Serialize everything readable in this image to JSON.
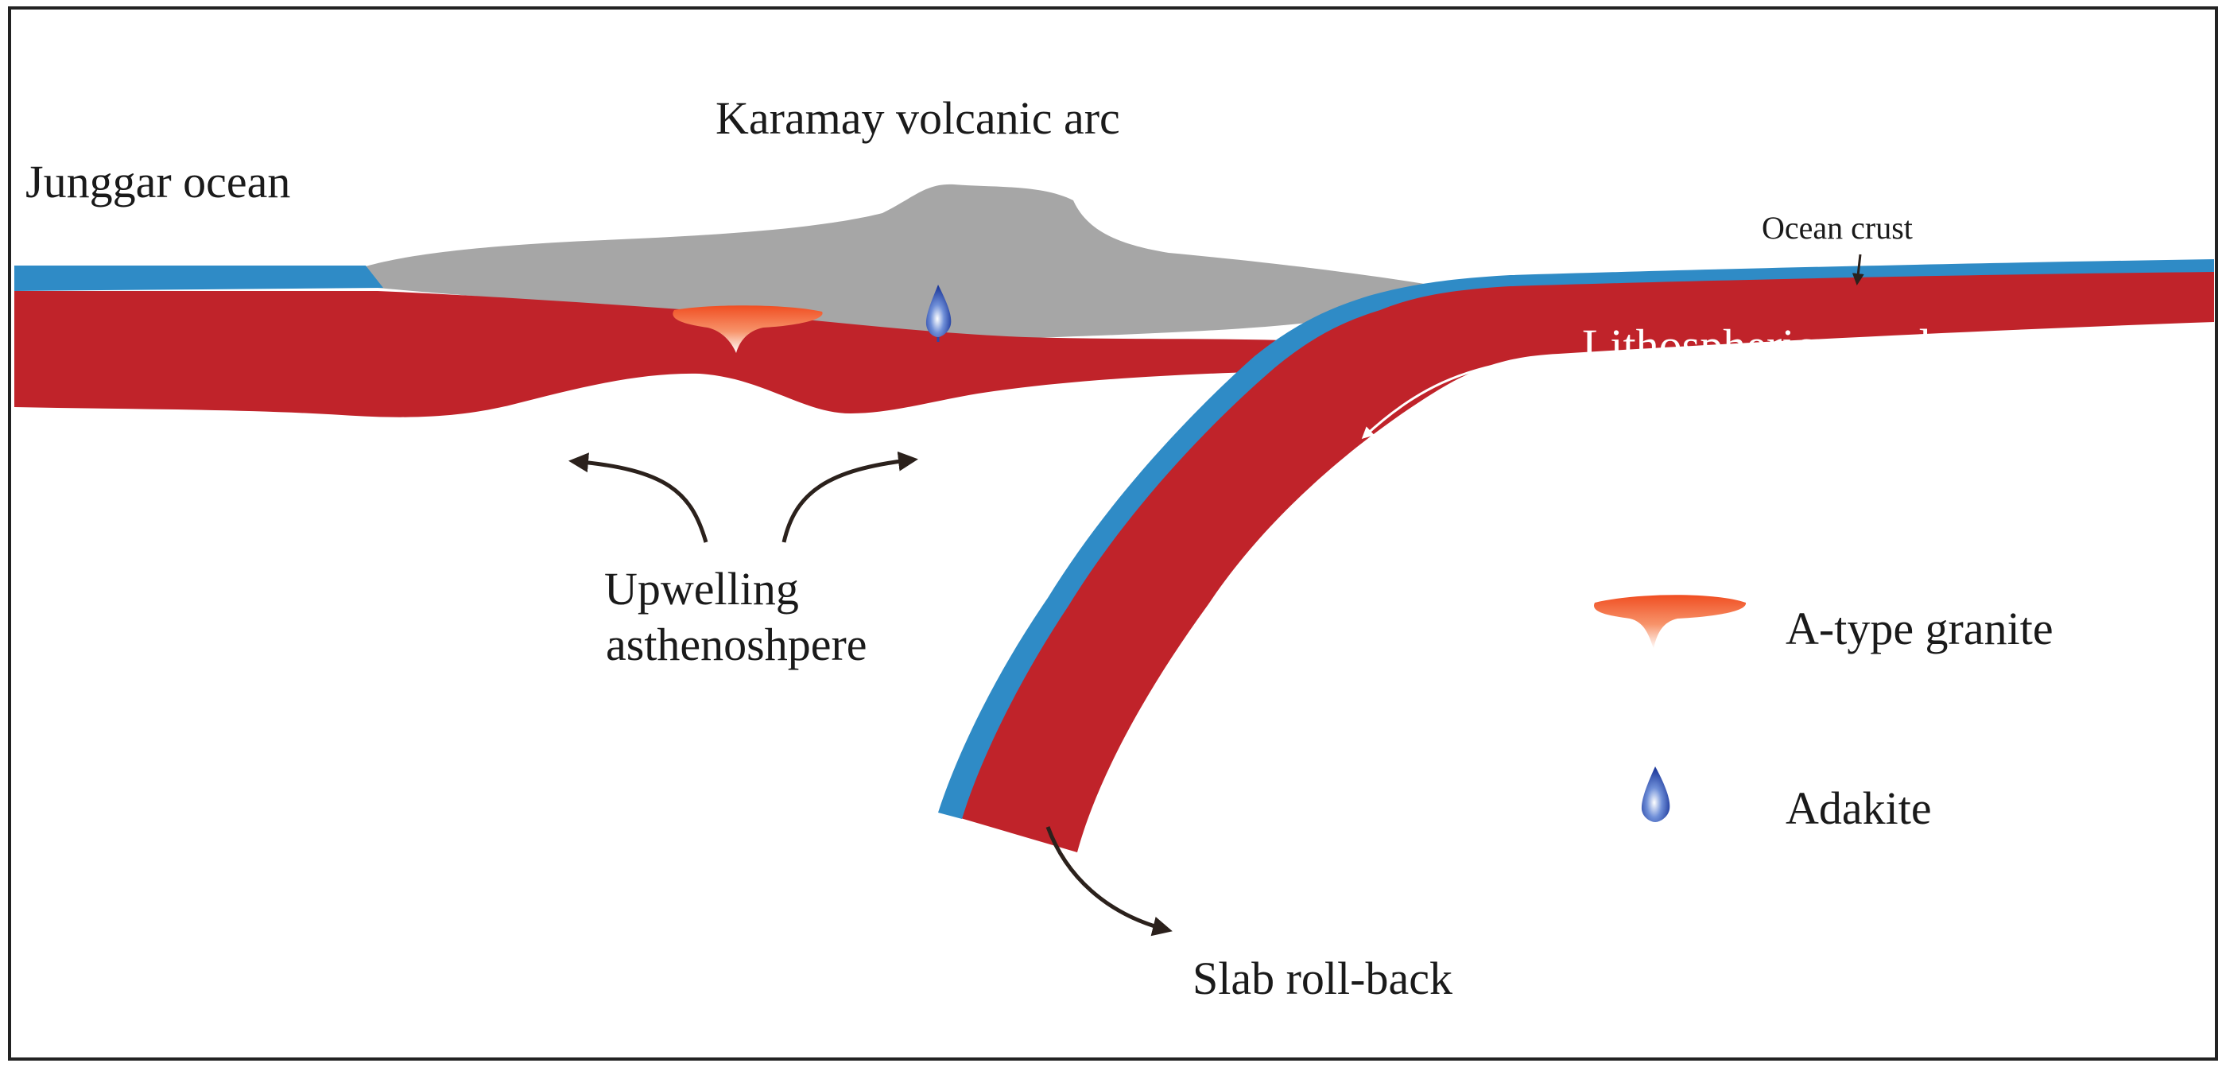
{
  "labels": {
    "arc": "Karamay volcanic arc",
    "ocean": "Junggar ocean",
    "ocean_crust": "Ocean crust",
    "lithospheric_mantle": "Lithospheric mantle",
    "upwelling_line1": "Upwelling",
    "upwelling_line2": "asthenoshpere",
    "slab_rollback": "Slab roll-back"
  },
  "legend": {
    "granite": {
      "label": "A-type granite",
      "icon": "a-type-granite-icon"
    },
    "adakite": {
      "label": "Adakite",
      "icon": "adakite-icon"
    }
  },
  "colors": {
    "mantle": "#c0232a",
    "ocean_crust": "#2f8bc6",
    "arc": "#a6a6a6",
    "granite": "#f26a3a",
    "adakite": "#2c47a8",
    "arrow": "#2b211c",
    "frame": "#222222"
  }
}
